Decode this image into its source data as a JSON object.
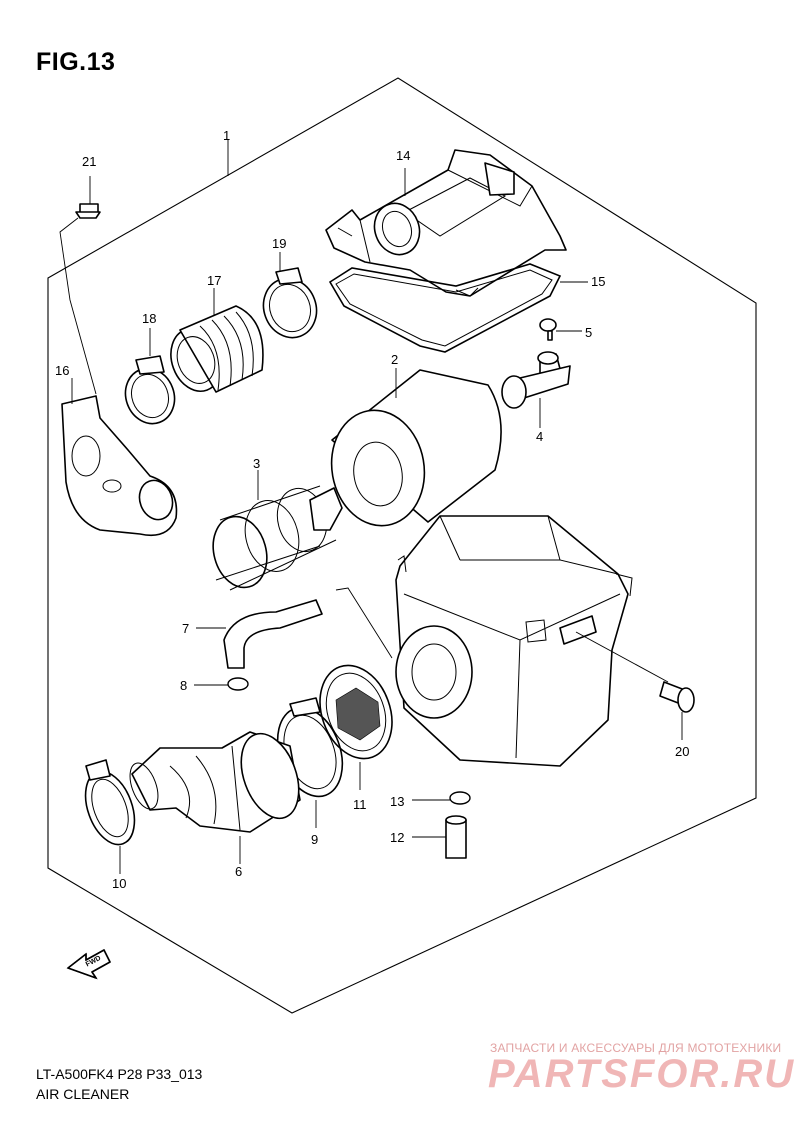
{
  "figure": {
    "title": "FIG.13",
    "model_code": "LT-A500FK4 P28 P33_013",
    "section_name": "AIR CLEANER",
    "fwd_label": "FWD"
  },
  "callouts": [
    "1",
    "2",
    "3",
    "4",
    "5",
    "6",
    "7",
    "8",
    "9",
    "10",
    "11",
    "12",
    "13",
    "14",
    "15",
    "16",
    "17",
    "18",
    "19",
    "20",
    "21"
  ],
  "watermark": {
    "tagline": "ЗАПЧАСТИ И АКСЕССУАРЫ ДЛЯ МОТОТЕХНИКИ",
    "brand": "PARTSFOR.RU",
    "color": "#f0b6b6"
  }
}
